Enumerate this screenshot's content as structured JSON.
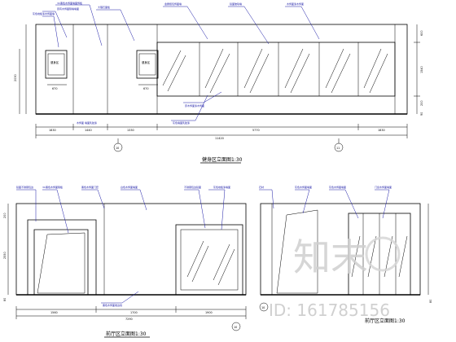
{
  "drawing_top": {
    "title": "健身区立面图1:30",
    "dims_bottom": [
      "1830",
      "1440",
      "1330",
      "5770",
      "1830"
    ],
    "dims_total": "11420",
    "panel_dims": [
      "670",
      "670"
    ],
    "left_dims_outer": "2030",
    "right_dims": [
      "1540",
      "600",
      "200",
      "90"
    ],
    "grid_marks": [
      "10",
      "11"
    ],
    "panel_labels": [
      "健身区",
      "健身区"
    ],
    "annotations": [
      "原有木饰面隔墙墙面",
      "灰色地板漆木饰面墙",
      "3C黑色木饰面墙面饰板",
      "大理石面板",
      "金属框包饰面墙",
      "镜面玻璃墙",
      "木饰面漆木饰面",
      "原木饰面漆木饰面",
      "灰色墙面乳胶漆",
      "木饰面 墙面乳胶漆"
    ]
  },
  "drawing_bottom_left": {
    "title": "前厅区立面图1:30",
    "dims_bottom": [
      "1560",
      "1700",
      "1900"
    ],
    "dims_total": "7290",
    "left_dims": [
      "200",
      "2550",
      "80"
    ],
    "grid_marks": [
      "10"
    ],
    "annotations": [
      "镜面不锈钢包边",
      "3C黑色木饰面隔板",
      "黑色木饰面门套",
      "白色木饰面墙面",
      "不锈钢包边镜面",
      "灰色地板漆墙面",
      "黑色木饰面收边线"
    ]
  },
  "drawing_bottom_right": {
    "title": "前厅区立面图1:30",
    "dims": [
      "80"
    ],
    "grid_marks": [
      "10"
    ],
    "annotations": [
      "石材",
      "灰色木饰面墙面",
      "灰色木饰面墙面",
      "门窗木饰面墙面"
    ]
  },
  "watermark": {
    "logo": "知末",
    "id": "ID: 161785156"
  }
}
